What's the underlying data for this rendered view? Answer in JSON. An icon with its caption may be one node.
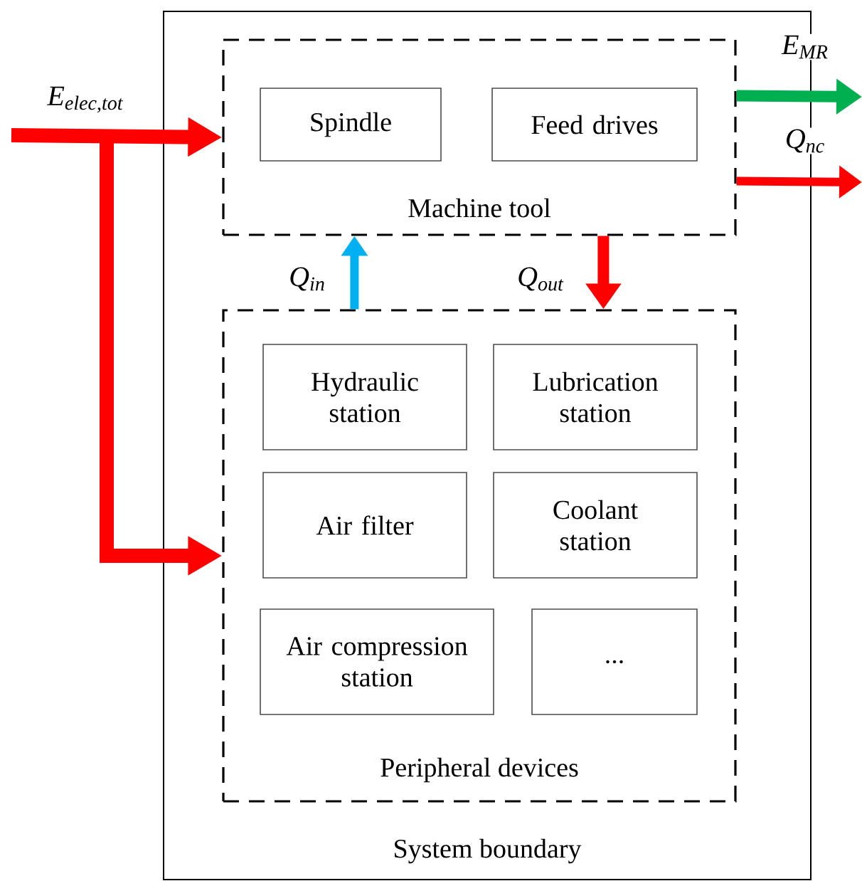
{
  "diagram": {
    "nodes": [
      {
        "text": [
          "System boundary"
        ]
      },
      {
        "text": [
          "Machine tool"
        ],
        "in": 0
      },
      {
        "text": [
          "Spindle"
        ],
        "in": 1
      },
      {
        "text": [
          "Feed drives"
        ],
        "in": 1
      },
      {
        "text": [
          "Peripheral devices"
        ],
        "in": 0
      },
      {
        "text": [
          "Hydraulic station"
        ],
        "in": 4
      },
      {
        "text": [
          "Lubrication station"
        ],
        "in": 4
      },
      {
        "text": [
          "Air filter"
        ],
        "in": 4
      },
      {
        "text": [
          "Coolant station"
        ],
        "in": 4
      },
      {
        "text": [
          "Air compression station"
        ],
        "in": 4
      },
      {
        "text": [
          "..."
        ],
        "in": 4
      }
    ],
    "edges": [
      {
        "from": null,
        "to": 1,
        "arrow": "to",
        "label": "E$_{elec,tot}$"
      },
      {
        "from": null,
        "to": 4,
        "arrow": "to"
      },
      {
        "from": 1,
        "to": null,
        "arrow": "to",
        "label": "E$_{MR}$",
        "color": "#00b050"
      },
      {
        "from": 1,
        "to": null,
        "arrow": "to",
        "label": "Q$_{nc}$"
      },
      {
        "from": 4,
        "to": 1,
        "arrow": "to",
        "label": "Q$_{in}$",
        "color": "#00b0f0"
      },
      {
        "from": 1,
        "to": 4,
        "arrow": "to",
        "label": "Q$_{out}$"
      }
    ]
  }
}
